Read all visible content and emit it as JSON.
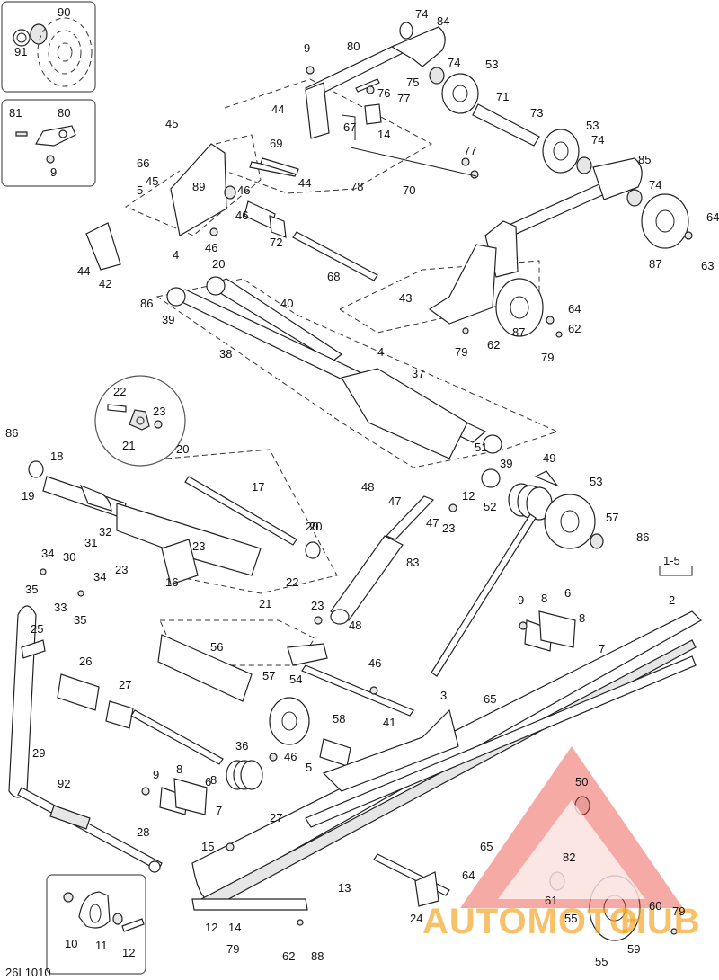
{
  "diagram": {
    "code": "26L1010",
    "labels": [
      "90",
      "91",
      "81",
      "80",
      "9",
      "74",
      "84",
      "80",
      "9",
      "74",
      "53",
      "76",
      "75",
      "77",
      "44",
      "67",
      "71",
      "73",
      "14",
      "53",
      "45",
      "69",
      "66",
      "89",
      "46",
      "44",
      "5",
      "45",
      "46",
      "72",
      "74",
      "85",
      "77",
      "78",
      "70",
      "74",
      "64",
      "63",
      "87",
      "44",
      "42",
      "4",
      "46",
      "68",
      "20",
      "86",
      "39",
      "40",
      "43",
      "4",
      "79",
      "62",
      "87",
      "64",
      "79",
      "62",
      "38",
      "22",
      "23",
      "21",
      "37",
      "86",
      "18",
      "19",
      "20",
      "20",
      "51",
      "39",
      "48",
      "47",
      "12",
      "52",
      "47",
      "23",
      "49",
      "53",
      "17",
      "57",
      "86",
      "20",
      "34",
      "31",
      "32",
      "30",
      "23",
      "34",
      "35",
      "33",
      "35",
      "16",
      "23",
      "22",
      "21",
      "83",
      "1-5",
      "2",
      "25",
      "26",
      "56",
      "48",
      "23",
      "9",
      "8",
      "6",
      "8",
      "7",
      "27",
      "57",
      "54",
      "46",
      "41",
      "58",
      "3",
      "65",
      "29",
      "36",
      "46",
      "9",
      "8",
      "6",
      "8",
      "7",
      "5",
      "27",
      "92",
      "28",
      "15",
      "50",
      "65",
      "82",
      "24",
      "64",
      "61",
      "13",
      "55",
      "60",
      "79",
      "10",
      "12",
      "11",
      "12",
      "14",
      "79",
      "62",
      "88",
      "55",
      "59"
    ],
    "watermark": {
      "part1": "AUTOMOTO",
      "part2": "HUB"
    },
    "colors": {
      "watermark_red": "#e8423a",
      "watermark_orange": "#f4a62a"
    }
  }
}
